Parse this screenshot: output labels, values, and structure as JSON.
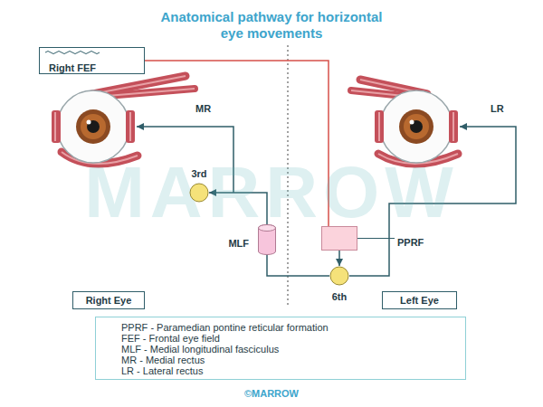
{
  "diagram": {
    "title": "Anatomical pathway for horizontal eye movements",
    "nodes": [
      {
        "text": [
          "Right FEF"
        ]
      },
      {
        "text": [
          "3rd"
        ]
      },
      {
        "text": [
          "MLF"
        ]
      },
      {
        "text": [
          "PPRF"
        ]
      },
      {
        "text": [
          "6th"
        ]
      },
      {
        "text": [
          "Right Eye"
        ]
      },
      {
        "text": [
          "Left Eye"
        ]
      }
    ],
    "edges": [
      {
        "from": 0,
        "to": 3,
        "arrow": "none"
      },
      {
        "from": 3,
        "to": 4,
        "arrow": "to"
      },
      {
        "from": 2,
        "to": 1,
        "arrow": "to"
      },
      {
        "from": 2,
        "to": 4,
        "arrow": "none"
      }
    ],
    "labels": [
      "MR",
      "LR",
      "MARROW",
      "©MARROW"
    ],
    "legend": [
      {
        "text": "PPRF - Paramedian pontine reticular formation"
      },
      {
        "text": "FEF - Frontal eye field"
      },
      {
        "text": "MLF - Medial longitudinal fasciculus"
      },
      {
        "text": "MR - Medial rectus"
      },
      {
        "text": "LR - Lateral rectus"
      }
    ]
  }
}
